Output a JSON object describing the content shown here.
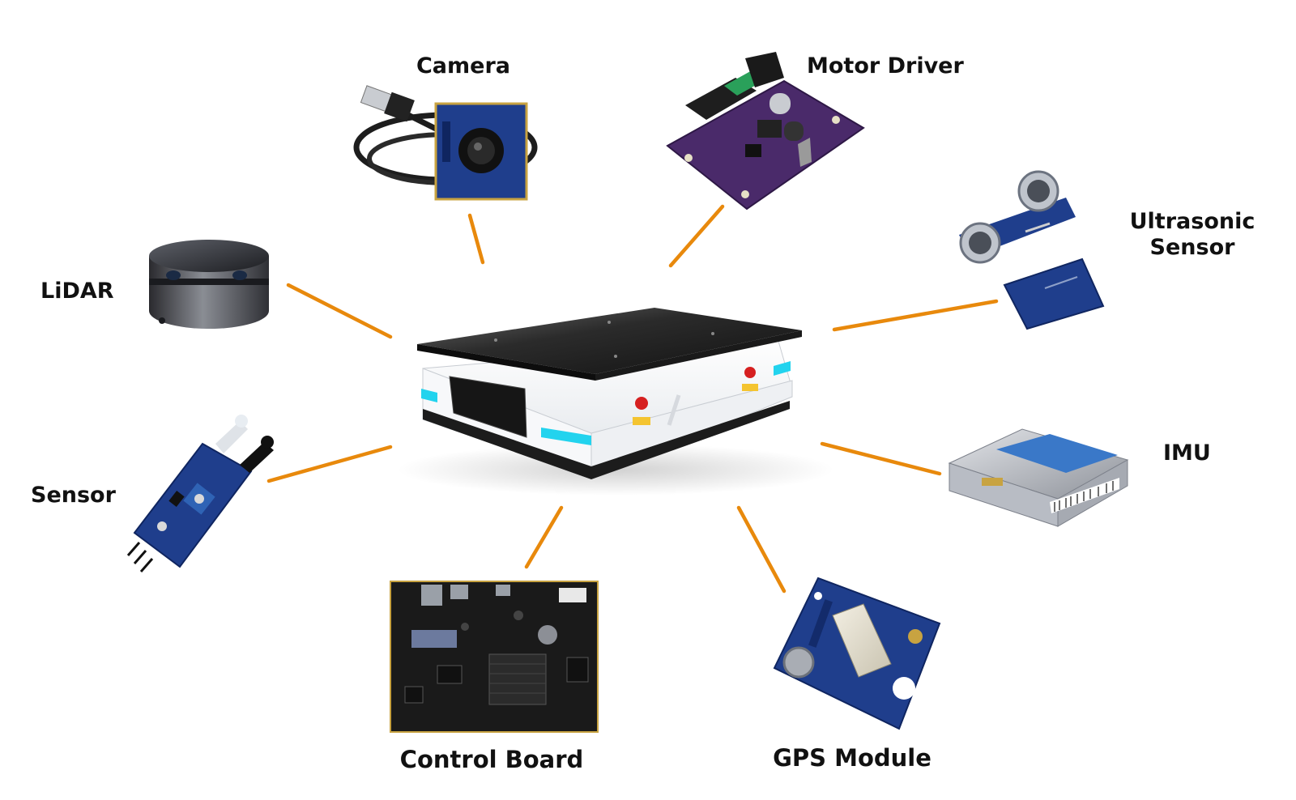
{
  "diagram": {
    "center": {
      "name": "robot-base"
    },
    "components": [
      {
        "id": "camera",
        "label": "Camera",
        "icon": "usb-camera-icon"
      },
      {
        "id": "motor-driver",
        "label": "Motor Driver",
        "icon": "motor-driver-board-icon"
      },
      {
        "id": "ultrasonic",
        "label_lines": [
          "Ultrasonic",
          "Sensor"
        ],
        "icon": "ultrasonic-sensor-icon"
      },
      {
        "id": "imu",
        "label": "IMU",
        "icon": "imu-module-icon"
      },
      {
        "id": "gps",
        "label": "GPS Module",
        "icon": "gps-module-icon"
      },
      {
        "id": "control-board",
        "label": "Control Board",
        "icon": "control-board-icon"
      },
      {
        "id": "sensor",
        "label": "Sensor",
        "icon": "ir-sensor-icon"
      },
      {
        "id": "lidar",
        "label": "LiDAR",
        "icon": "lidar-icon"
      }
    ],
    "colors": {
      "connector": "#E8890C",
      "pcb_blue": "#1F3E8C",
      "pcb_purple": "#4A2A6A",
      "robot_top": "#2A2A2A",
      "robot_body": "#F2F4F6",
      "accent_cyan": "#22D3EE"
    }
  }
}
